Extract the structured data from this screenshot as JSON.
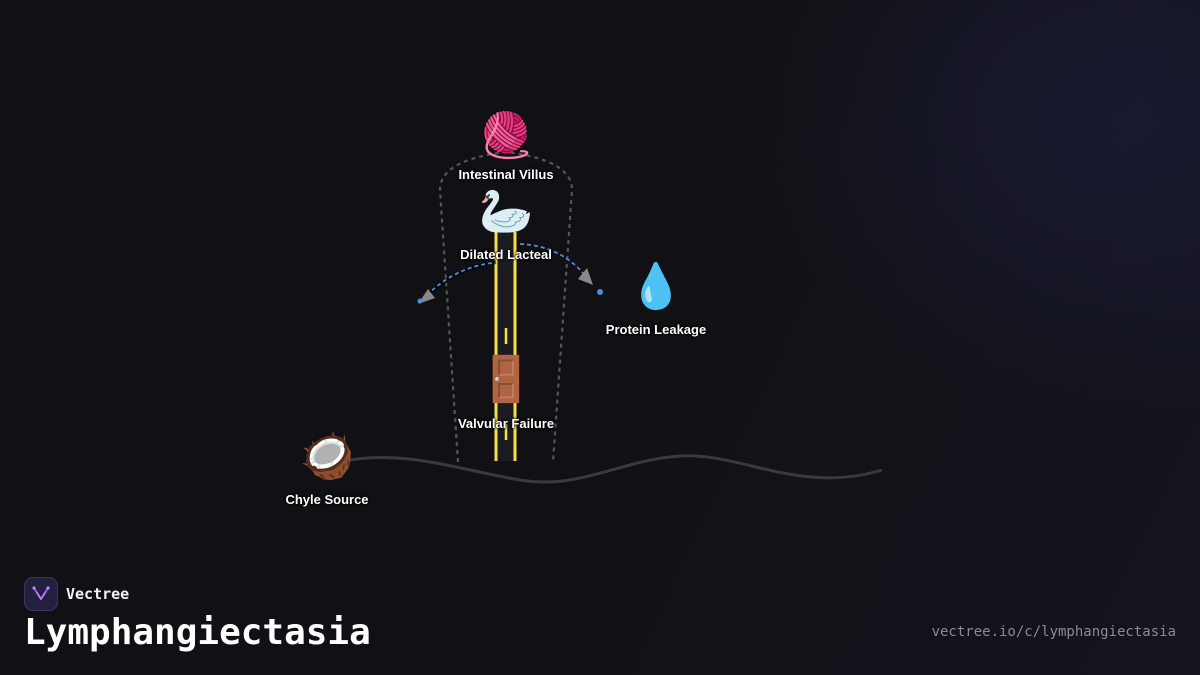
{
  "brand": {
    "name": "Vectree",
    "logo_color": "#a855f7"
  },
  "title": "Lymphangiectasia",
  "url": "vectree.io/c/lymphangiectasia",
  "nodes": {
    "villus": {
      "label": "Intestinal Villus",
      "icon": "yarn-ball-icon",
      "glyph": "🧶"
    },
    "lacteal": {
      "label": "Dilated Lacteal",
      "icon": "swan-icon",
      "glyph": "🦢"
    },
    "leakage": {
      "label": "Protein Leakage",
      "icon": "droplet-icon",
      "glyph": "💧"
    },
    "valve": {
      "label": "Valvular Failure",
      "icon": "door-icon",
      "glyph": "🚪"
    },
    "chyle": {
      "label": "Chyle Source",
      "icon": "coconut-icon",
      "glyph": "🥥"
    }
  },
  "colors": {
    "background": "#111115",
    "lacteal_channel": "#f5e04a",
    "leak_arrow": "#4a8fe0",
    "outline": "#555555",
    "wave": "#3a3a3a"
  }
}
